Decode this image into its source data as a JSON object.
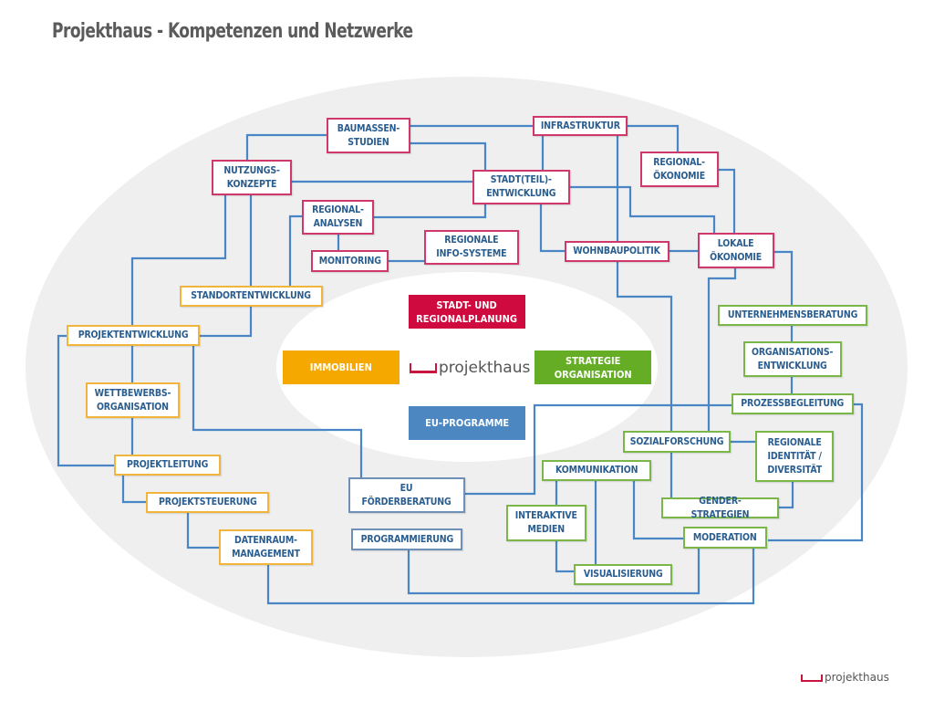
{
  "title": "Projekthaus - Kompetenzen und Netzwerke",
  "colors": {
    "line": "#4a86c5",
    "stadt_regionalplanung": "#cf0a3e",
    "immobilien": "#f5a800",
    "strategie_organisation": "#64ad25",
    "eu_programme": "#4d87c2",
    "node_text": "#2a5d8f"
  },
  "center": {
    "logo_text": "projekthaus",
    "categories": {
      "stadt_regionalplanung": "STADT- UND\nREGIONALPLANUNG",
      "immobilien": "IMMOBILIEN",
      "strategie_organisation": "STRATEGIE\nORGANISATION",
      "eu_programme": "EU-PROGRAMME"
    }
  },
  "nodes": {
    "baumassenstudien": "BAUMASSEN-\nSTUDIEN",
    "infrastruktur": "INFRASTRUKTUR",
    "nutzungskonzepte": "NUTZUNGS-\nKONZEPTE",
    "stadtteilentwicklung": "STADT(TEIL)-\nENTWICKLUNG",
    "regionaloekonomie": "REGIONAL-\nÖKONOMIE",
    "regionalanalysen": "REGIONAL-\nANALYSEN",
    "regionale_infosysteme": "REGIONALE\nINFO-SYSTEME",
    "monitoring": "MONITORING",
    "wohnbaupolitik": "WOHNBAUPOLITIK",
    "lokale_oekonomie": "LOKALE\nÖKONOMIE",
    "standortentwicklung": "STANDORTENTWICKLUNG",
    "projektentwicklung": "PROJEKTENTWICKLUNG",
    "wettbewerbsorganisation": "WETTBEWERBS-\nORGANISATION",
    "projektleitung": "PROJEKTLEITUNG",
    "projektsteuerung": "PROJEKTSTEUERUNG",
    "datenraummanagement": "DATENRAUM-\nMANAGEMENT",
    "eu_foerderberatung": "EU\nFÖRDERBERATUNG",
    "programmierung": "PROGRAMMIERUNG",
    "unternehmensberatung": "UNTERNEHMENSBERATUNG",
    "organisationsentwicklung": "ORGANISATIONS-\nENTWICKLUNG",
    "prozessbegleitung": "PROZESSBEGLEITUNG",
    "sozialforschung": "SOZIALFORSCHUNG",
    "regionale_identitaet": "REGIONALE\nIDENTITÄT /\nDIVERSITÄT",
    "kommunikation": "KOMMUNIKATION",
    "interaktive_medien": "INTERAKTIVE\nMEDIEN",
    "gender_strategien": "GENDER-STRATEGIEN",
    "moderation": "MODERATION",
    "visualisierung": "VISUALISIERUNG"
  },
  "footer": {
    "logo_text": "projekthaus"
  }
}
